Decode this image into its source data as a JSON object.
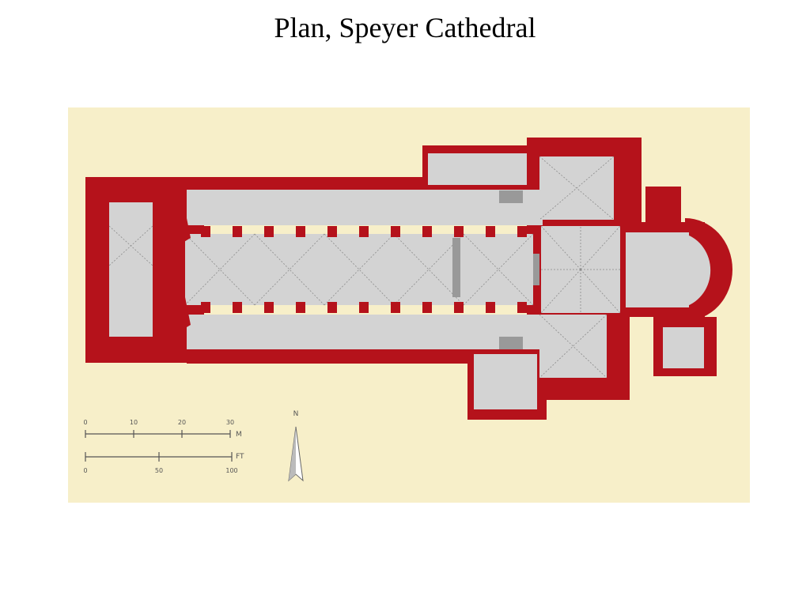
{
  "slide": {
    "title": "Plan, Speyer Cathedral"
  },
  "figure": {
    "colors": {
      "background": "#f7efc9",
      "wall": "#b5121b",
      "floor": "#d3d3d3",
      "rib": "#8c8c8c"
    },
    "scale_meters": {
      "ticks": [
        "0",
        "10",
        "20",
        "30"
      ],
      "unit": "M"
    },
    "scale_feet": {
      "ticks": [
        "0",
        "50",
        "100"
      ],
      "unit": "FT"
    },
    "north": {
      "label": "N",
      "icon": "north-arrow-icon"
    }
  }
}
